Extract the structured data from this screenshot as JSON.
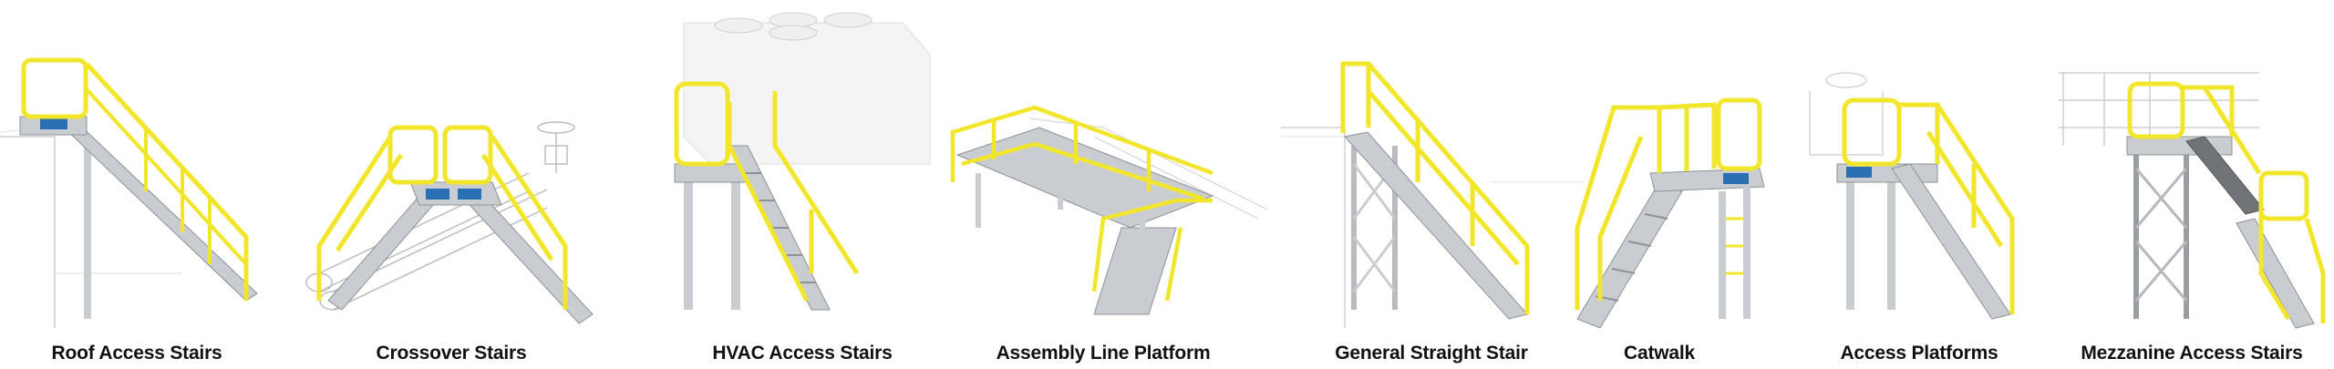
{
  "colors": {
    "rail_yellow": "#f2e62c",
    "rail_yellow_dark": "#c9bd12",
    "metal": "#c9ccd0",
    "metal_dark": "#8e9296",
    "line_gray": "#cfcfcf",
    "badge_blue": "#2a6fb3",
    "text": "#111111"
  },
  "products": [
    {
      "id": "roof-access-stairs",
      "label": "Roof Access Stairs",
      "icon": "stair-icon"
    },
    {
      "id": "crossover-stairs",
      "label": "Crossover Stairs",
      "icon": "crossover-icon"
    },
    {
      "id": "hvac-access-stairs",
      "label": "HVAC Access Stairs",
      "icon": "hvac-stair-icon"
    },
    {
      "id": "assembly-line-platform",
      "label": "Assembly Line Platform",
      "icon": "platform-icon"
    },
    {
      "id": "general-straight-stair",
      "label": "General Straight Stair",
      "icon": "straight-stair-icon"
    },
    {
      "id": "catwalk",
      "label": "Catwalk",
      "icon": "catwalk-icon"
    },
    {
      "id": "access-platforms",
      "label": "Access Platforms",
      "icon": "access-platform-icon"
    },
    {
      "id": "mezzanine-access-stairs",
      "label": "Mezzanine Access Stairs",
      "icon": "mezzanine-icon"
    }
  ]
}
